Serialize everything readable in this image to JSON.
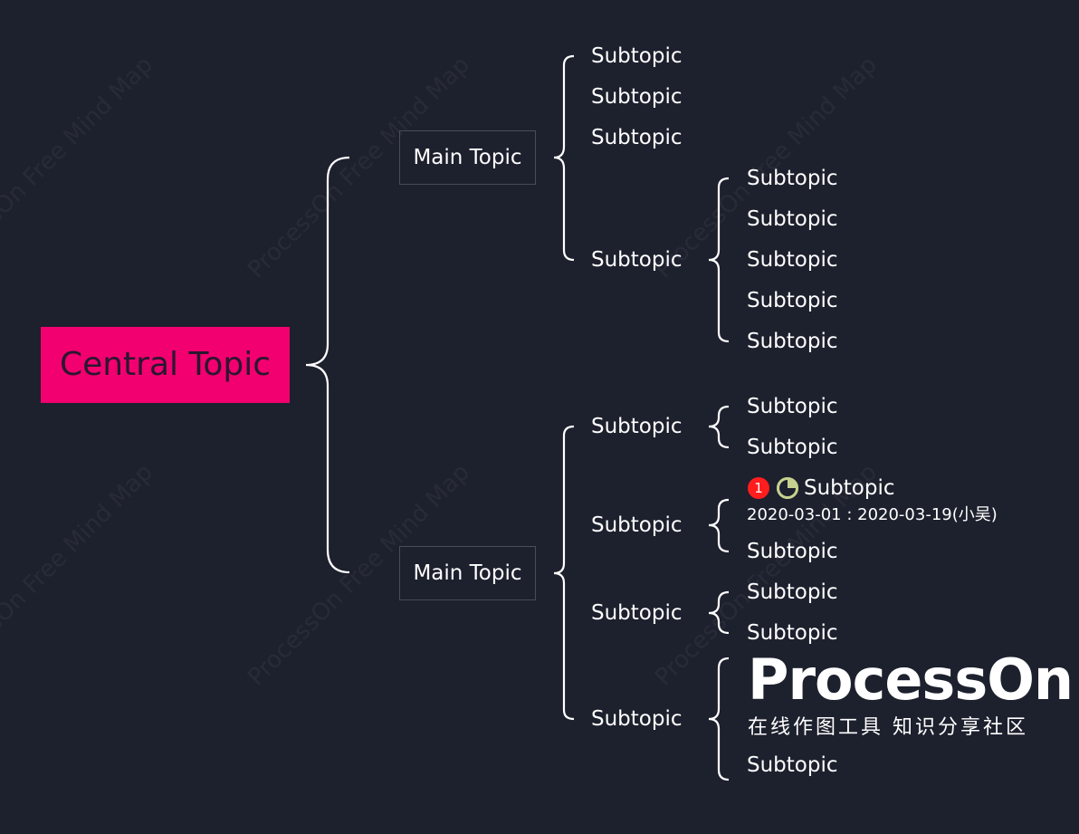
{
  "central": "Central Topic",
  "main_topics": [
    "Main Topic",
    "Main Topic"
  ],
  "subtopic_label": "Subtopic",
  "note": "2020-03-01 : 2020-03-19(小吴)",
  "badges": {
    "priority": "1",
    "priority_color": "#ff1d1d",
    "progress_color": "#c5d28f"
  },
  "watermark": "ProcessOn Free Mind Map",
  "logo": {
    "title": "ProcessOn",
    "subtitle": "在线作图工具 知识分享社区"
  },
  "colors": {
    "background": "#1d202d",
    "central": "#f2006f",
    "lines": "#ffffff"
  }
}
